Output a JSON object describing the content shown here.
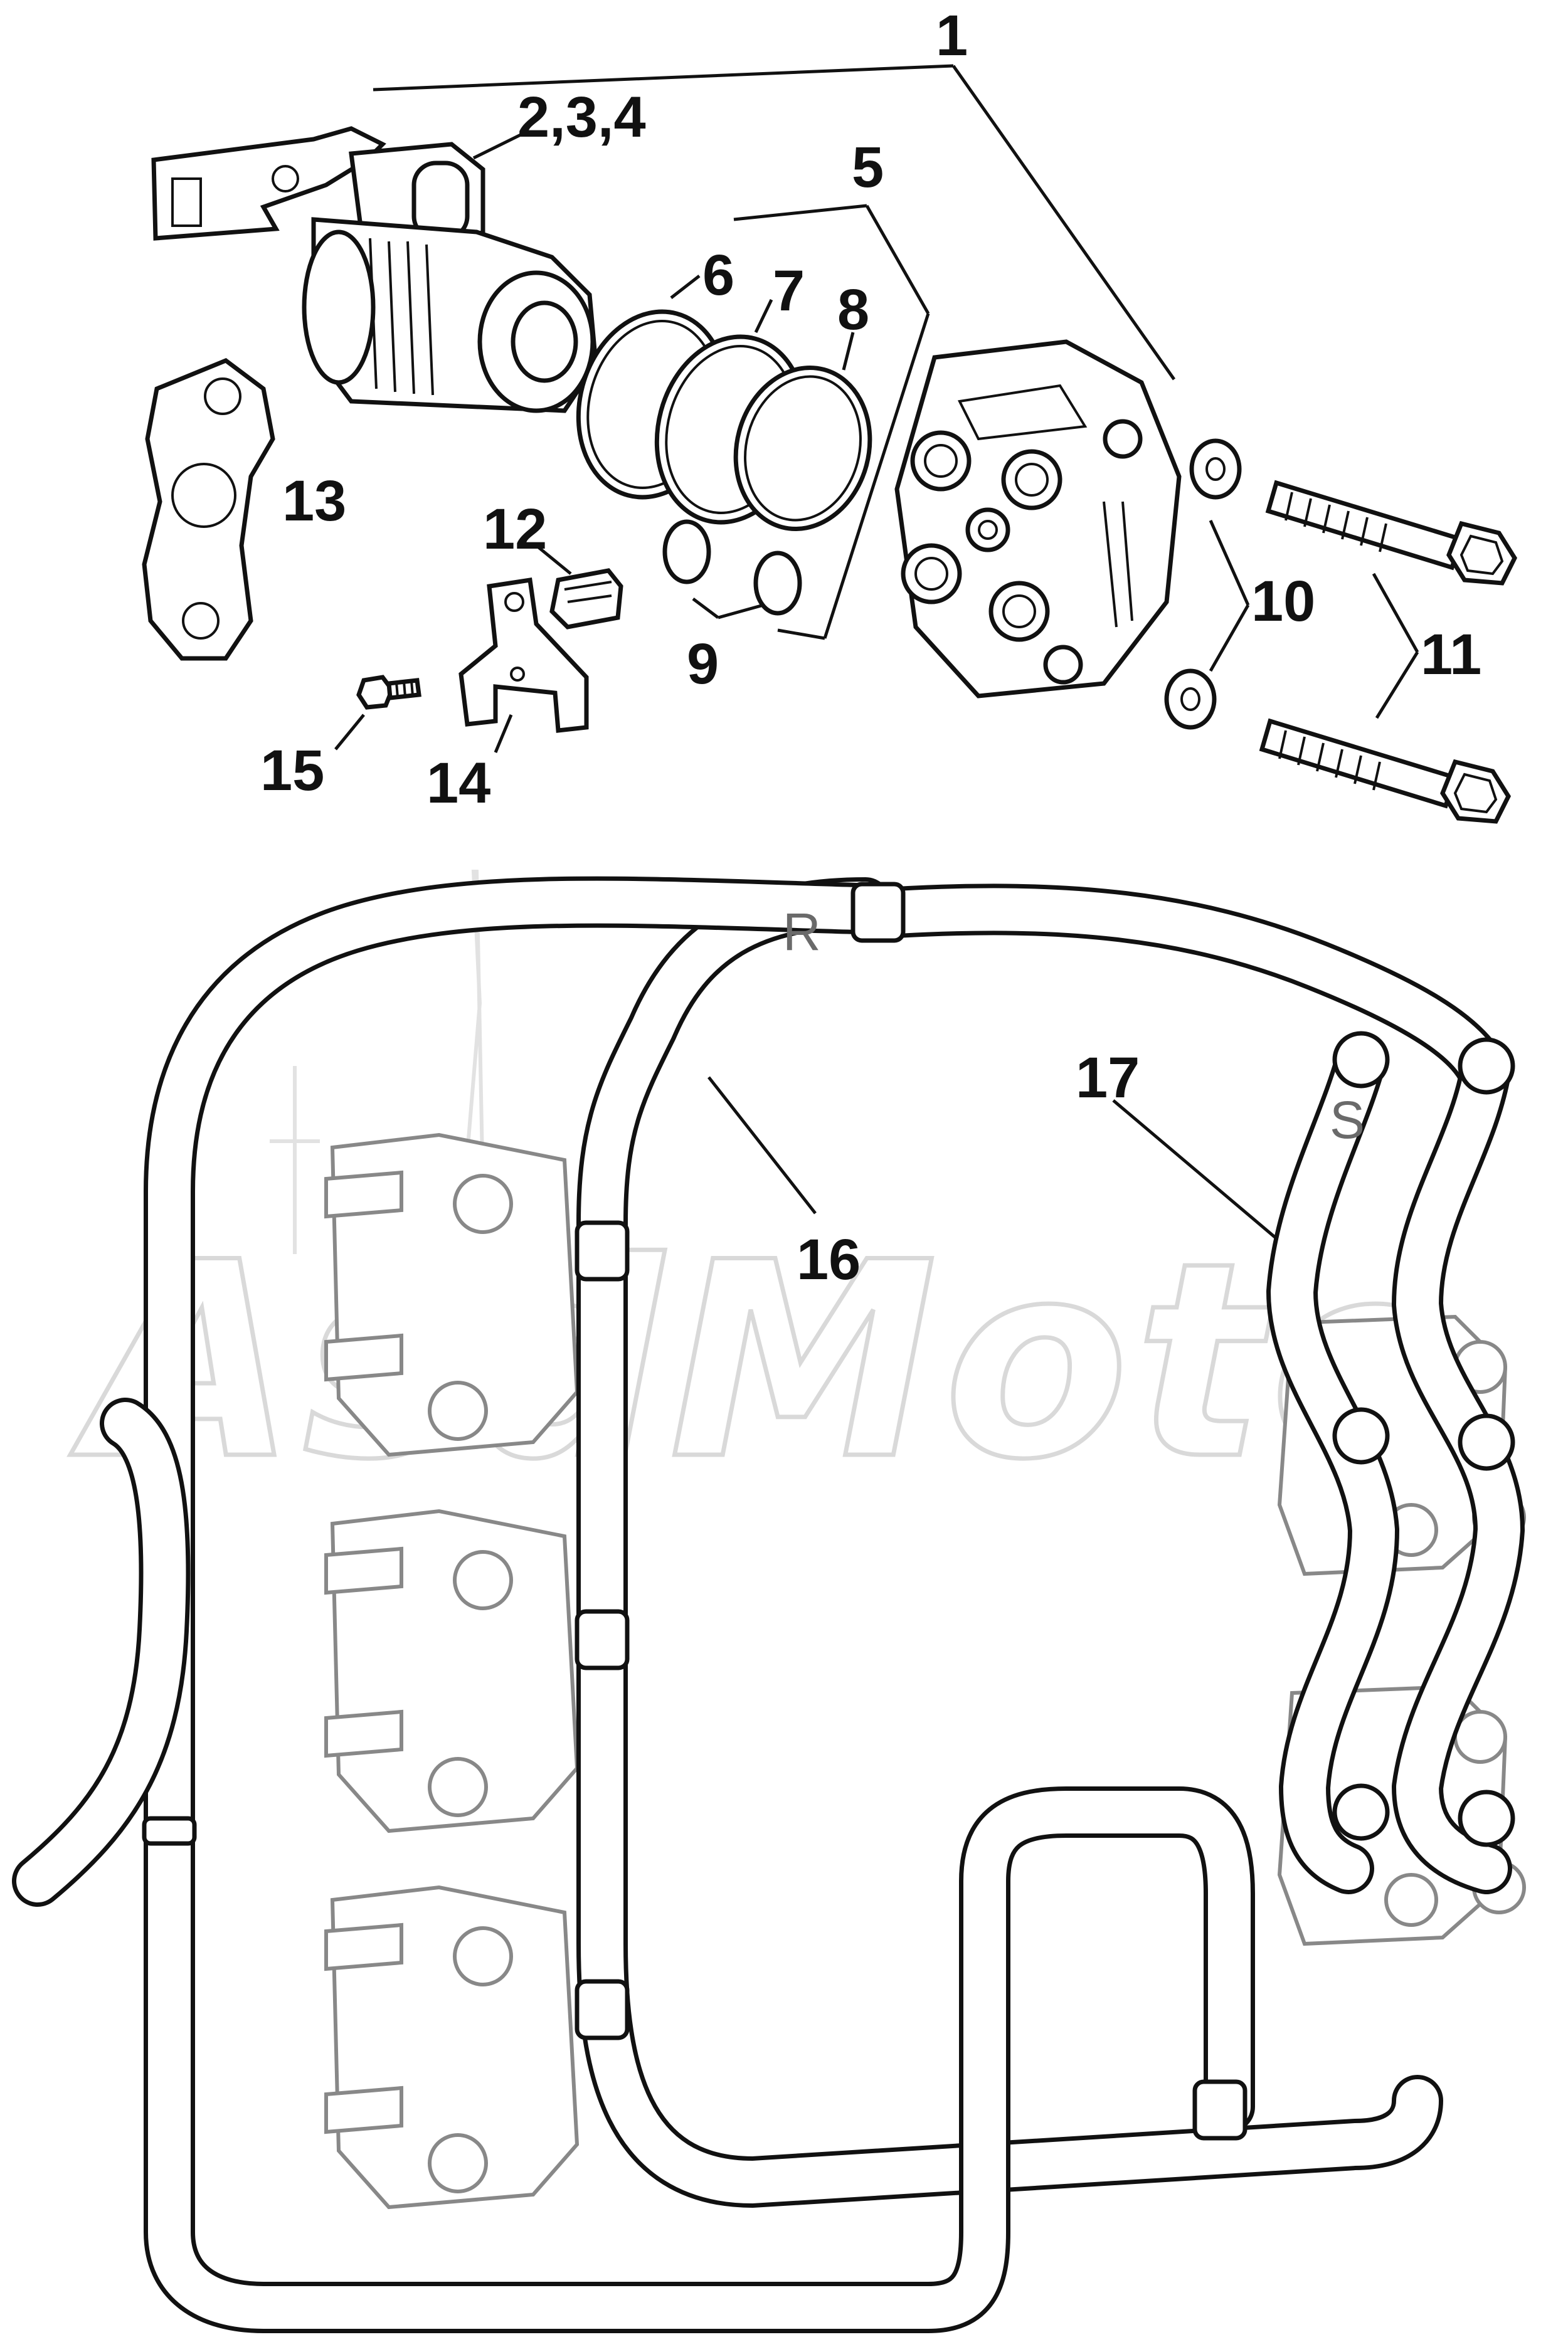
{
  "callouts": {
    "c1": "1",
    "c234": "2,3,4",
    "c5": "5",
    "c6": "6",
    "c7": "7",
    "c8": "8",
    "c9": "9",
    "c10": "10",
    "c11": "11",
    "c12": "12",
    "c13": "13",
    "c14": "14",
    "c15": "15",
    "c16": "16",
    "c17": "17"
  },
  "hose_markers": {
    "r": "R",
    "s": "S"
  },
  "watermark": {
    "text": "AsdMoto",
    "color": "#d9d9d9"
  },
  "colors": {
    "ink": "#111111",
    "gray_ink": "#888888",
    "background": "#ffffff"
  }
}
